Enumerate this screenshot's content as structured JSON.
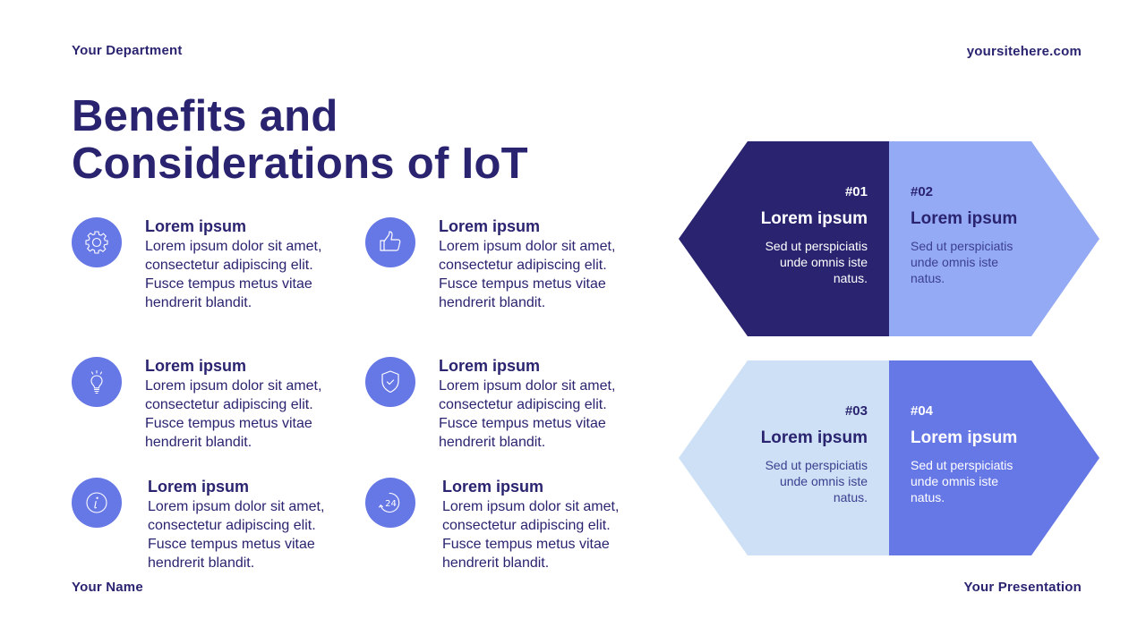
{
  "header": {
    "department": "Your Department",
    "website": "yoursitehere.com"
  },
  "title": {
    "line1": "Benefits and",
    "line2": "Considerations of IoT"
  },
  "features": [
    {
      "icon": "gear-icon",
      "heading": "Lorem ipsum",
      "lines": [
        "Lorem ipsum dolor sit amet,",
        "consectetur adipiscing elit.",
        "Fusce tempus metus vitae",
        "hendrerit blandit."
      ]
    },
    {
      "icon": "thumbs-up-icon",
      "heading": "Lorem ipsum",
      "lines": [
        "Lorem ipsum dolor sit amet,",
        "consectetur adipiscing elit.",
        "Fusce tempus metus vitae",
        "hendrerit blandit."
      ]
    },
    {
      "icon": "lightbulb-icon",
      "heading": "Lorem ipsum",
      "lines": [
        "Lorem ipsum dolor sit amet,",
        "consectetur adipiscing elit.",
        "Fusce tempus metus vitae",
        "hendrerit blandit."
      ]
    },
    {
      "icon": "shield-check-icon",
      "heading": "Lorem ipsum",
      "lines": [
        "Lorem ipsum dolor sit amet,",
        "consectetur adipiscing elit.",
        "Fusce tempus metus vitae",
        "hendrerit blandit."
      ]
    },
    {
      "icon": "info-icon",
      "heading": "Lorem ipsum",
      "lines": [
        "Lorem ipsum dolor sit amet,",
        "consectetur adipiscing elit.",
        "Fusce tempus metus vitae",
        "hendrerit blandit."
      ]
    },
    {
      "icon": "clock-24-icon",
      "heading": "Lorem ipsum",
      "lines": [
        "Lorem ipsum dolor sit amet,",
        "consectetur adipiscing elit.",
        "Fusce tempus metus vitae",
        "hendrerit blandit."
      ]
    }
  ],
  "icon_glyph_text": {
    "clock24": "24"
  },
  "hexagons": [
    {
      "left": {
        "number": "#01",
        "heading": "Lorem ipsum",
        "lines": [
          "Sed ut perspiciatis",
          "unde omnis iste",
          "natus."
        ],
        "bg": "#2a2470",
        "fg": "#ffffff"
      },
      "right": {
        "number": "#02",
        "heading": "Lorem ipsum",
        "lines": [
          "Sed ut perspiciatis",
          "unde omnis iste",
          "natus."
        ],
        "bg": "#95aaf5",
        "fg": "#2a2470"
      }
    },
    {
      "left": {
        "number": "#03",
        "heading": "Lorem ipsum",
        "lines": [
          "Sed ut perspiciatis",
          "unde omnis iste",
          "natus."
        ],
        "bg": "#cde0f5",
        "fg": "#2a2470"
      },
      "right": {
        "number": "#04",
        "heading": "Lorem ipsum",
        "lines": [
          "Sed ut perspiciatis",
          "unde omnis iste",
          "natus."
        ],
        "bg": "#6677e6",
        "fg": "#ffffff"
      }
    }
  ],
  "footer": {
    "name": "Your Name",
    "presentation": "Your Presentation"
  },
  "colors": {
    "navy": "#2a2470",
    "icon_bg": "#6677e6",
    "periwinkle": "#95aaf5",
    "pale_blue": "#cde0f5"
  }
}
